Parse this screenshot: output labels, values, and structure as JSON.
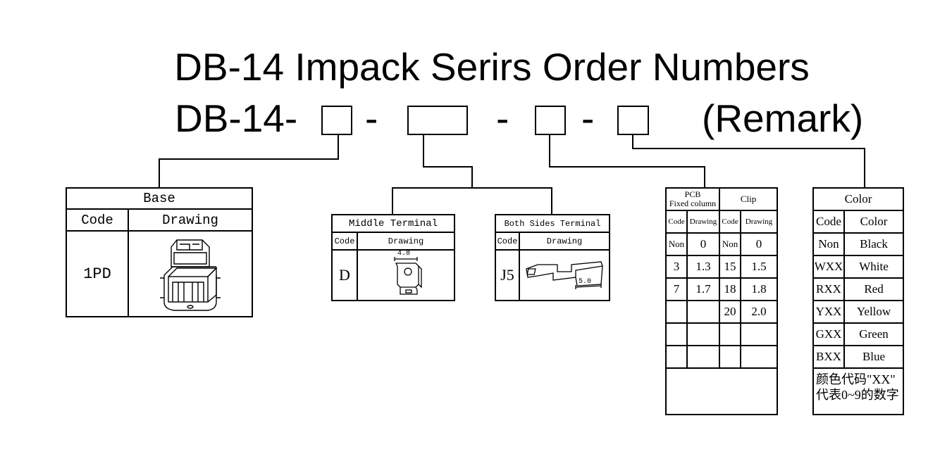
{
  "title": "DB-14 Impack Serirs Order Numbers",
  "part_number": {
    "prefix": "DB-14-",
    "separator_1": "-",
    "separator_2": "-",
    "separator_3": "-",
    "remark": "(Remark)"
  },
  "base": {
    "header": "Base",
    "col_code": "Code",
    "col_drawing": "Drawing",
    "rows": [
      {
        "code": "1PD"
      }
    ]
  },
  "middle_terminal": {
    "header": "Middle Terminal",
    "col_code": "Code",
    "col_drawing": "Drawing",
    "rows": [
      {
        "code": "D",
        "dimension": "4.8"
      }
    ]
  },
  "both_sides_terminal": {
    "header": "Both Sides Terminal",
    "col_code": "Code",
    "col_drawing": "Drawing",
    "rows": [
      {
        "code": "J5",
        "dimension": "5.0"
      }
    ]
  },
  "pcb_clip": {
    "pcb_header_line1": "PCB",
    "pcb_header_line2": "Fixed column",
    "clip_header": "Clip",
    "col_code": "Code",
    "col_drawing": "Drawing",
    "rows": [
      {
        "pcb_code": "Non",
        "pcb_drawing": "0",
        "clip_code": "Non",
        "clip_drawing": "0"
      },
      {
        "pcb_code": "3",
        "pcb_drawing": "1.3",
        "clip_code": "15",
        "clip_drawing": "1.5"
      },
      {
        "pcb_code": "7",
        "pcb_drawing": "1.7",
        "clip_code": "18",
        "clip_drawing": "1.8"
      },
      {
        "pcb_code": "",
        "pcb_drawing": "",
        "clip_code": "20",
        "clip_drawing": "2.0"
      }
    ]
  },
  "color": {
    "header": "Color",
    "col_code": "Code",
    "col_color": "Color",
    "rows": [
      {
        "code": "Non",
        "color": "Black"
      },
      {
        "code": "WXX",
        "color": "White"
      },
      {
        "code": "RXX",
        "color": "Red"
      },
      {
        "code": "YXX",
        "color": "Yellow"
      },
      {
        "code": "GXX",
        "color": "Green"
      },
      {
        "code": "BXX",
        "color": "Blue"
      }
    ],
    "note_line1": "颜色代码\"XX\"",
    "note_line2": "代表0~9的数字"
  }
}
